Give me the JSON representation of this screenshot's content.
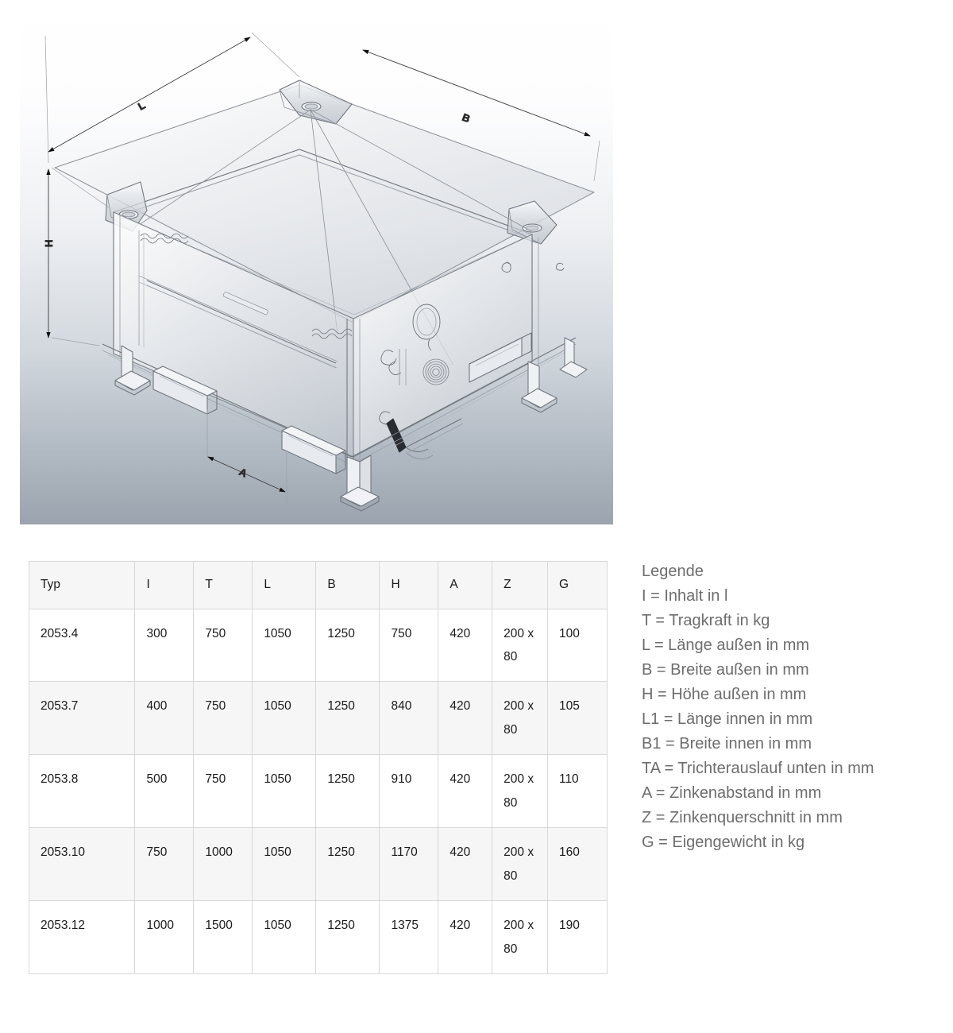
{
  "drawing": {
    "alt": "Isometrische technische Zeichnung Kippbehälter",
    "dimension_labels": [
      {
        "id": "L",
        "text": "L"
      },
      {
        "id": "B",
        "text": "B"
      },
      {
        "id": "H",
        "text": "H"
      },
      {
        "id": "A",
        "text": "A"
      }
    ]
  },
  "table": {
    "columns": [
      "Typ",
      "I",
      "T",
      "L",
      "B",
      "H",
      "A",
      "Z",
      "G"
    ],
    "rows": [
      {
        "typ": "2053.4",
        "i": "300",
        "t": "750",
        "l": "1050",
        "b": "1250",
        "h": "750",
        "a": "420",
        "z": "200 x 80",
        "g": "100"
      },
      {
        "typ": "2053.7",
        "i": "400",
        "t": "750",
        "l": "1050",
        "b": "1250",
        "h": "840",
        "a": "420",
        "z": "200 x 80",
        "g": "105"
      },
      {
        "typ": "2053.8",
        "i": "500",
        "t": "750",
        "l": "1050",
        "b": "1250",
        "h": "910",
        "a": "420",
        "z": "200 x 80",
        "g": "110"
      },
      {
        "typ": "2053.10",
        "i": "750",
        "t": "1000",
        "l": "1050",
        "b": "1250",
        "h": "1170",
        "a": "420",
        "z": "200 x 80",
        "g": "160"
      },
      {
        "typ": "2053.12",
        "i": "1000",
        "t": "1500",
        "l": "1050",
        "b": "1250",
        "h": "1375",
        "a": "420",
        "z": "200 x 80",
        "g": "190"
      }
    ]
  },
  "legend": {
    "title": "Legende",
    "entries": [
      "I = Inhalt in l",
      "T = Tragkraft in kg",
      "L = Länge außen in mm",
      "B = Breite außen in mm",
      "H = Höhe außen in mm",
      "L1 = Länge innen in mm",
      "B1 = Breite innen in mm",
      "TA = Trichterauslauf unten in mm",
      "A = Zinkenabstand in mm",
      "Z = Zinkenquerschnitt in mm",
      "G = Eigengewicht in kg"
    ]
  },
  "colors": {
    "table_border": "#d8d8d8",
    "header_bg": "#f6f6f6",
    "legend_text": "#6d6d6d",
    "drawing_line": "#7d838b"
  }
}
